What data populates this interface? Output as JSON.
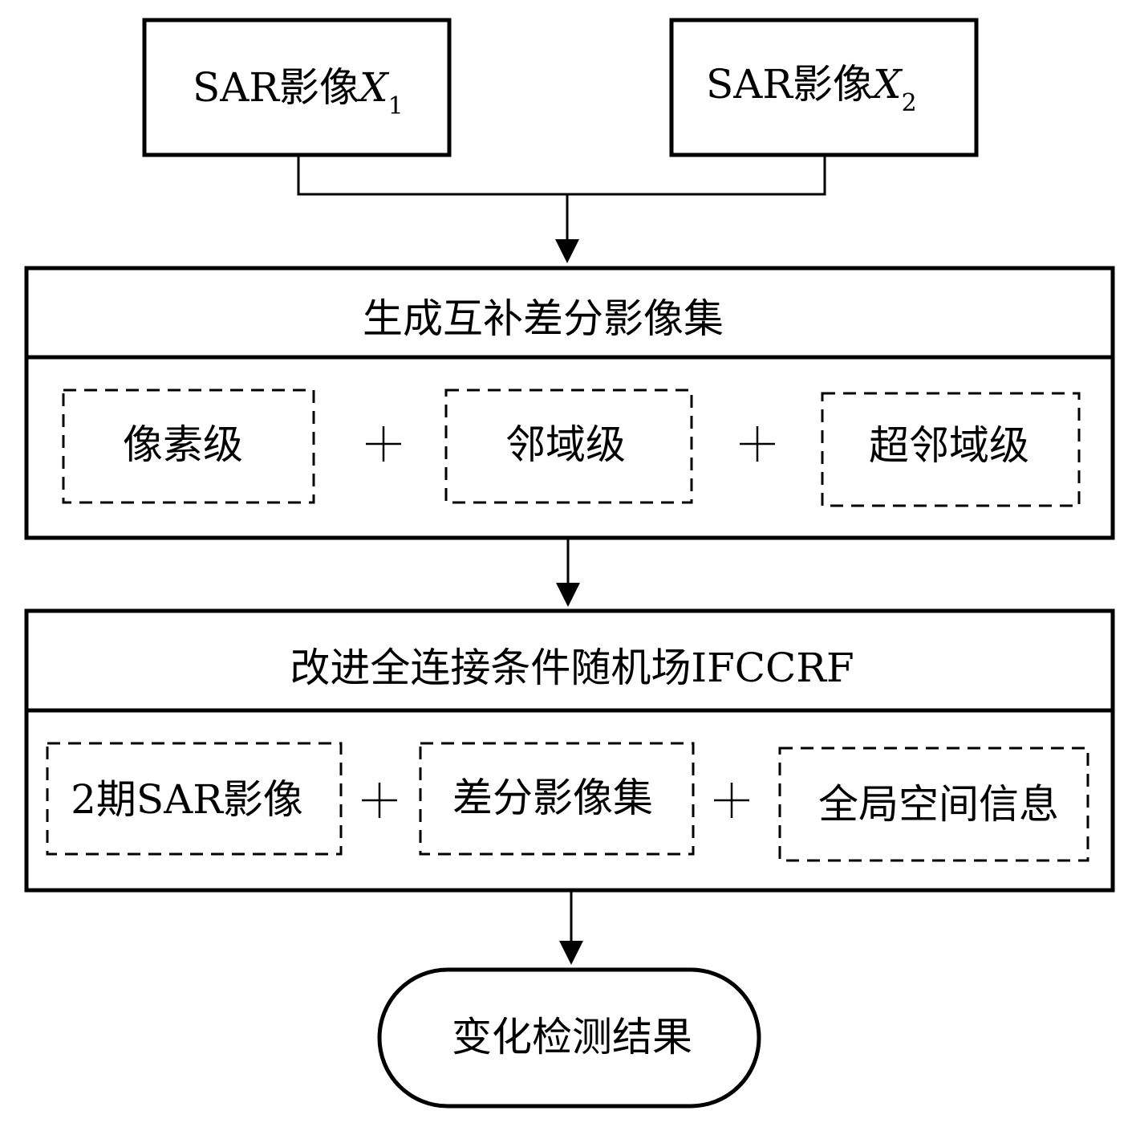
{
  "inputs": {
    "image1": {
      "label": "SAR影像",
      "var": "X",
      "sub": "1"
    },
    "image2": {
      "label": "SAR影像",
      "var": "X",
      "sub": "2"
    }
  },
  "stage1": {
    "title": "生成互补差分影像集",
    "items": [
      "像素级",
      "邻域级",
      "超邻域级"
    ],
    "operator": "+"
  },
  "stage2": {
    "title": "改进全连接条件随机场IFCCRF",
    "items": [
      "2期SAR影像",
      "差分影像集",
      "全局空间信息"
    ],
    "operator": "+"
  },
  "output": {
    "label": "变化检测结果"
  }
}
